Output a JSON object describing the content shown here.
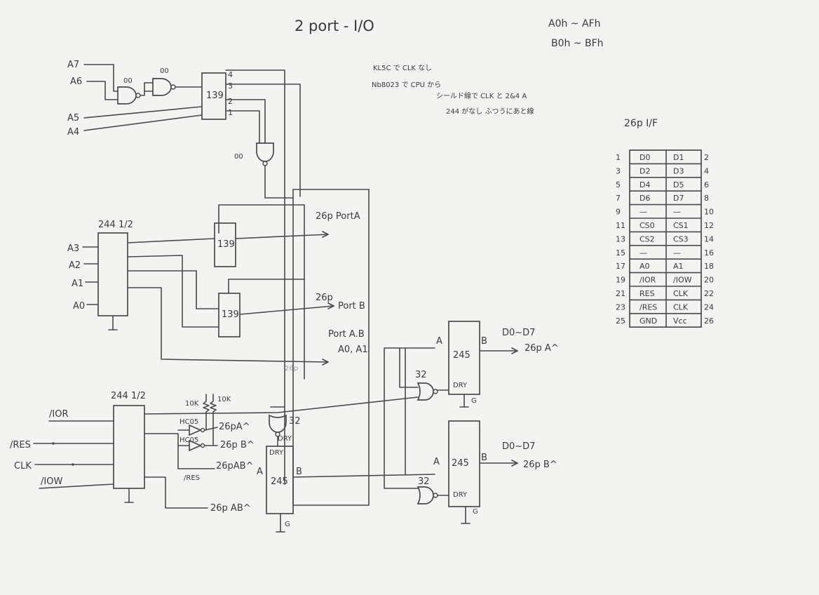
{
  "title": "2 port - I/O",
  "address_range": [
    "A0h ~ AFh",
    "B0h ~ BFh"
  ],
  "notes": [
    "KL5C で CLK なし",
    "Nb8023 で CPU から",
    "シールド線で CLK と 2&4 A",
    "244 がなし ふつうにあと線"
  ],
  "address_inputs_upper": [
    "A7",
    "A6",
    "A5",
    "A4"
  ],
  "address_inputs_lower": [
    "A3",
    "A2",
    "A1",
    "A0"
  ],
  "control_inputs": [
    "/IOR",
    "/RES",
    "CLK",
    "/IOW"
  ],
  "chips": {
    "decoder": "139",
    "buffer_upper": "244 1/2",
    "buffer_lower": "244 1/2",
    "transceiver": "245",
    "nand": "00",
    "or": "32",
    "inverter": "HC05"
  },
  "pin_labels": {
    "decoder_top": [
      "4",
      "3",
      "2",
      "1"
    ],
    "port_a_dir": "A",
    "port_b_dir": "B",
    "dry": "DRY",
    "gnd": "G"
  },
  "resistors": [
    "10K",
    "10K"
  ],
  "signals": {
    "port_a": "26p PortA",
    "port_b_hw": "26p",
    "port_b": "Port B",
    "port_ab_a": "Port A.B",
    "port_ab_b": "A0, A1",
    "faded_26p": "26p",
    "d_range_a": "D0~D7",
    "d_range_b": "D0~D7",
    "to_26p_a": "26p A^",
    "to_26p_b": "26p B^",
    "hc05_out_a": "26pA^",
    "hc05_out_b": "26p B^",
    "res_out": "26pAB^",
    "res_label": "/RES",
    "iow_out": "26p AB^"
  },
  "connector": {
    "title": "26p I/F",
    "rows": [
      {
        "l": "1",
        "a": "D0",
        "b": "D1",
        "r": "2"
      },
      {
        "l": "3",
        "a": "D2",
        "b": "D3",
        "r": "4"
      },
      {
        "l": "5",
        "a": "D4",
        "b": "D5",
        "r": "6"
      },
      {
        "l": "7",
        "a": "D6",
        "b": "D7",
        "r": "8"
      },
      {
        "l": "9",
        "a": "—",
        "b": "—",
        "r": "10"
      },
      {
        "l": "11",
        "a": "CS0",
        "b": "CS1",
        "r": "12"
      },
      {
        "l": "13",
        "a": "CS2",
        "b": "CS3",
        "r": "14"
      },
      {
        "l": "15",
        "a": "—",
        "b": "—",
        "r": "16"
      },
      {
        "l": "17",
        "a": "A0",
        "b": "A1",
        "r": "18"
      },
      {
        "l": "19",
        "a": "/IOR",
        "b": "/IOW",
        "r": "20"
      },
      {
        "l": "21",
        "a": "RES",
        "b": "CLK",
        "r": "22"
      },
      {
        "l": "23",
        "a": "/RES",
        "b": "CLK",
        "r": "24"
      },
      {
        "l": "25",
        "a": "GND",
        "b": "Vcc",
        "r": "26"
      }
    ]
  }
}
